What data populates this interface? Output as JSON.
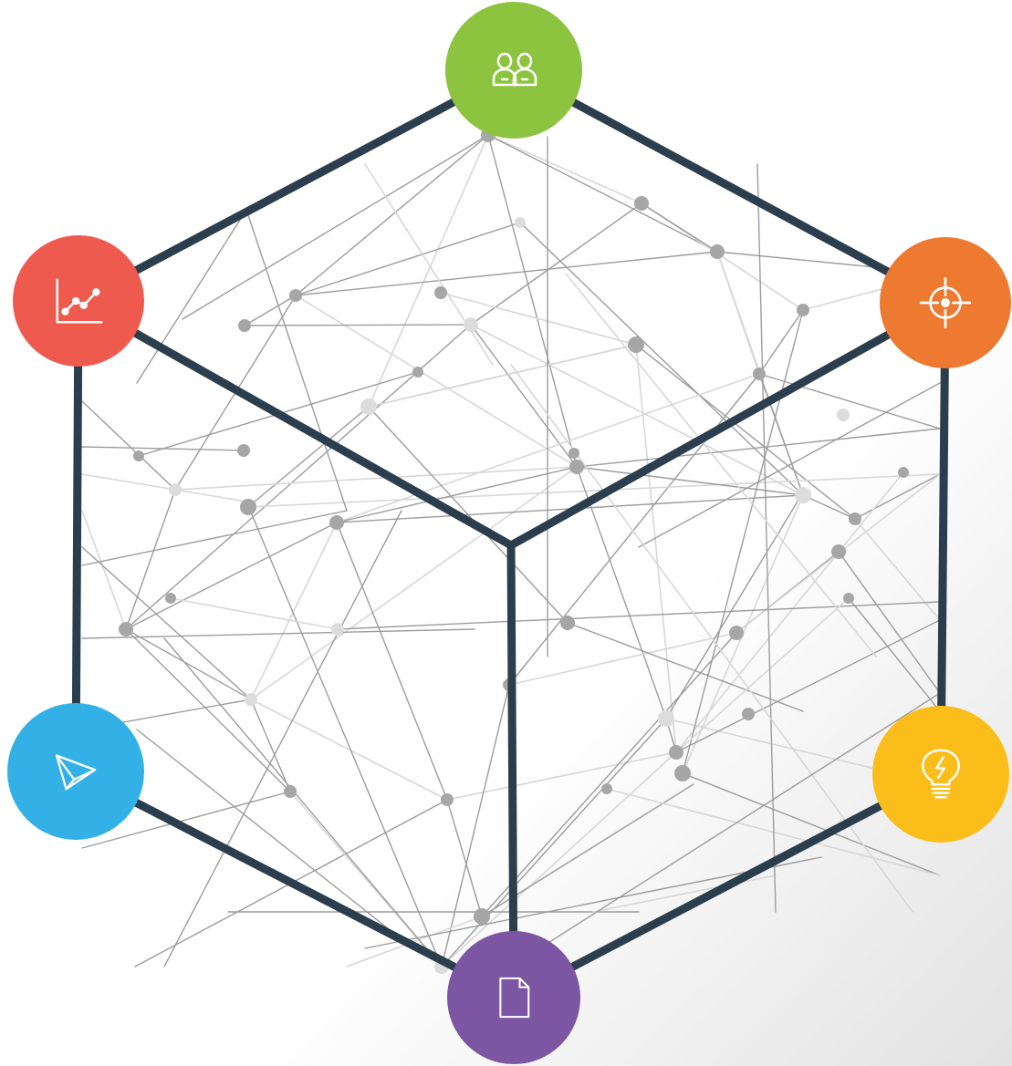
{
  "diagram": {
    "frame_color": "#2b3e4d",
    "network_line_color": "#9c9c9c",
    "network_dot_color": "#a6a6a6",
    "nodes": [
      {
        "id": "team",
        "icon": "users-icon",
        "color": "#8cc43f"
      },
      {
        "id": "growth",
        "icon": "line-chart-icon",
        "color": "#ef5a4f"
      },
      {
        "id": "target",
        "icon": "crosshair-icon",
        "color": "#ed7a30"
      },
      {
        "id": "send",
        "icon": "paper-plane-icon",
        "color": "#33b1e6"
      },
      {
        "id": "idea",
        "icon": "lightbulb-icon",
        "color": "#fbbd19"
      },
      {
        "id": "document",
        "icon": "document-icon",
        "color": "#7c55a3"
      }
    ]
  }
}
